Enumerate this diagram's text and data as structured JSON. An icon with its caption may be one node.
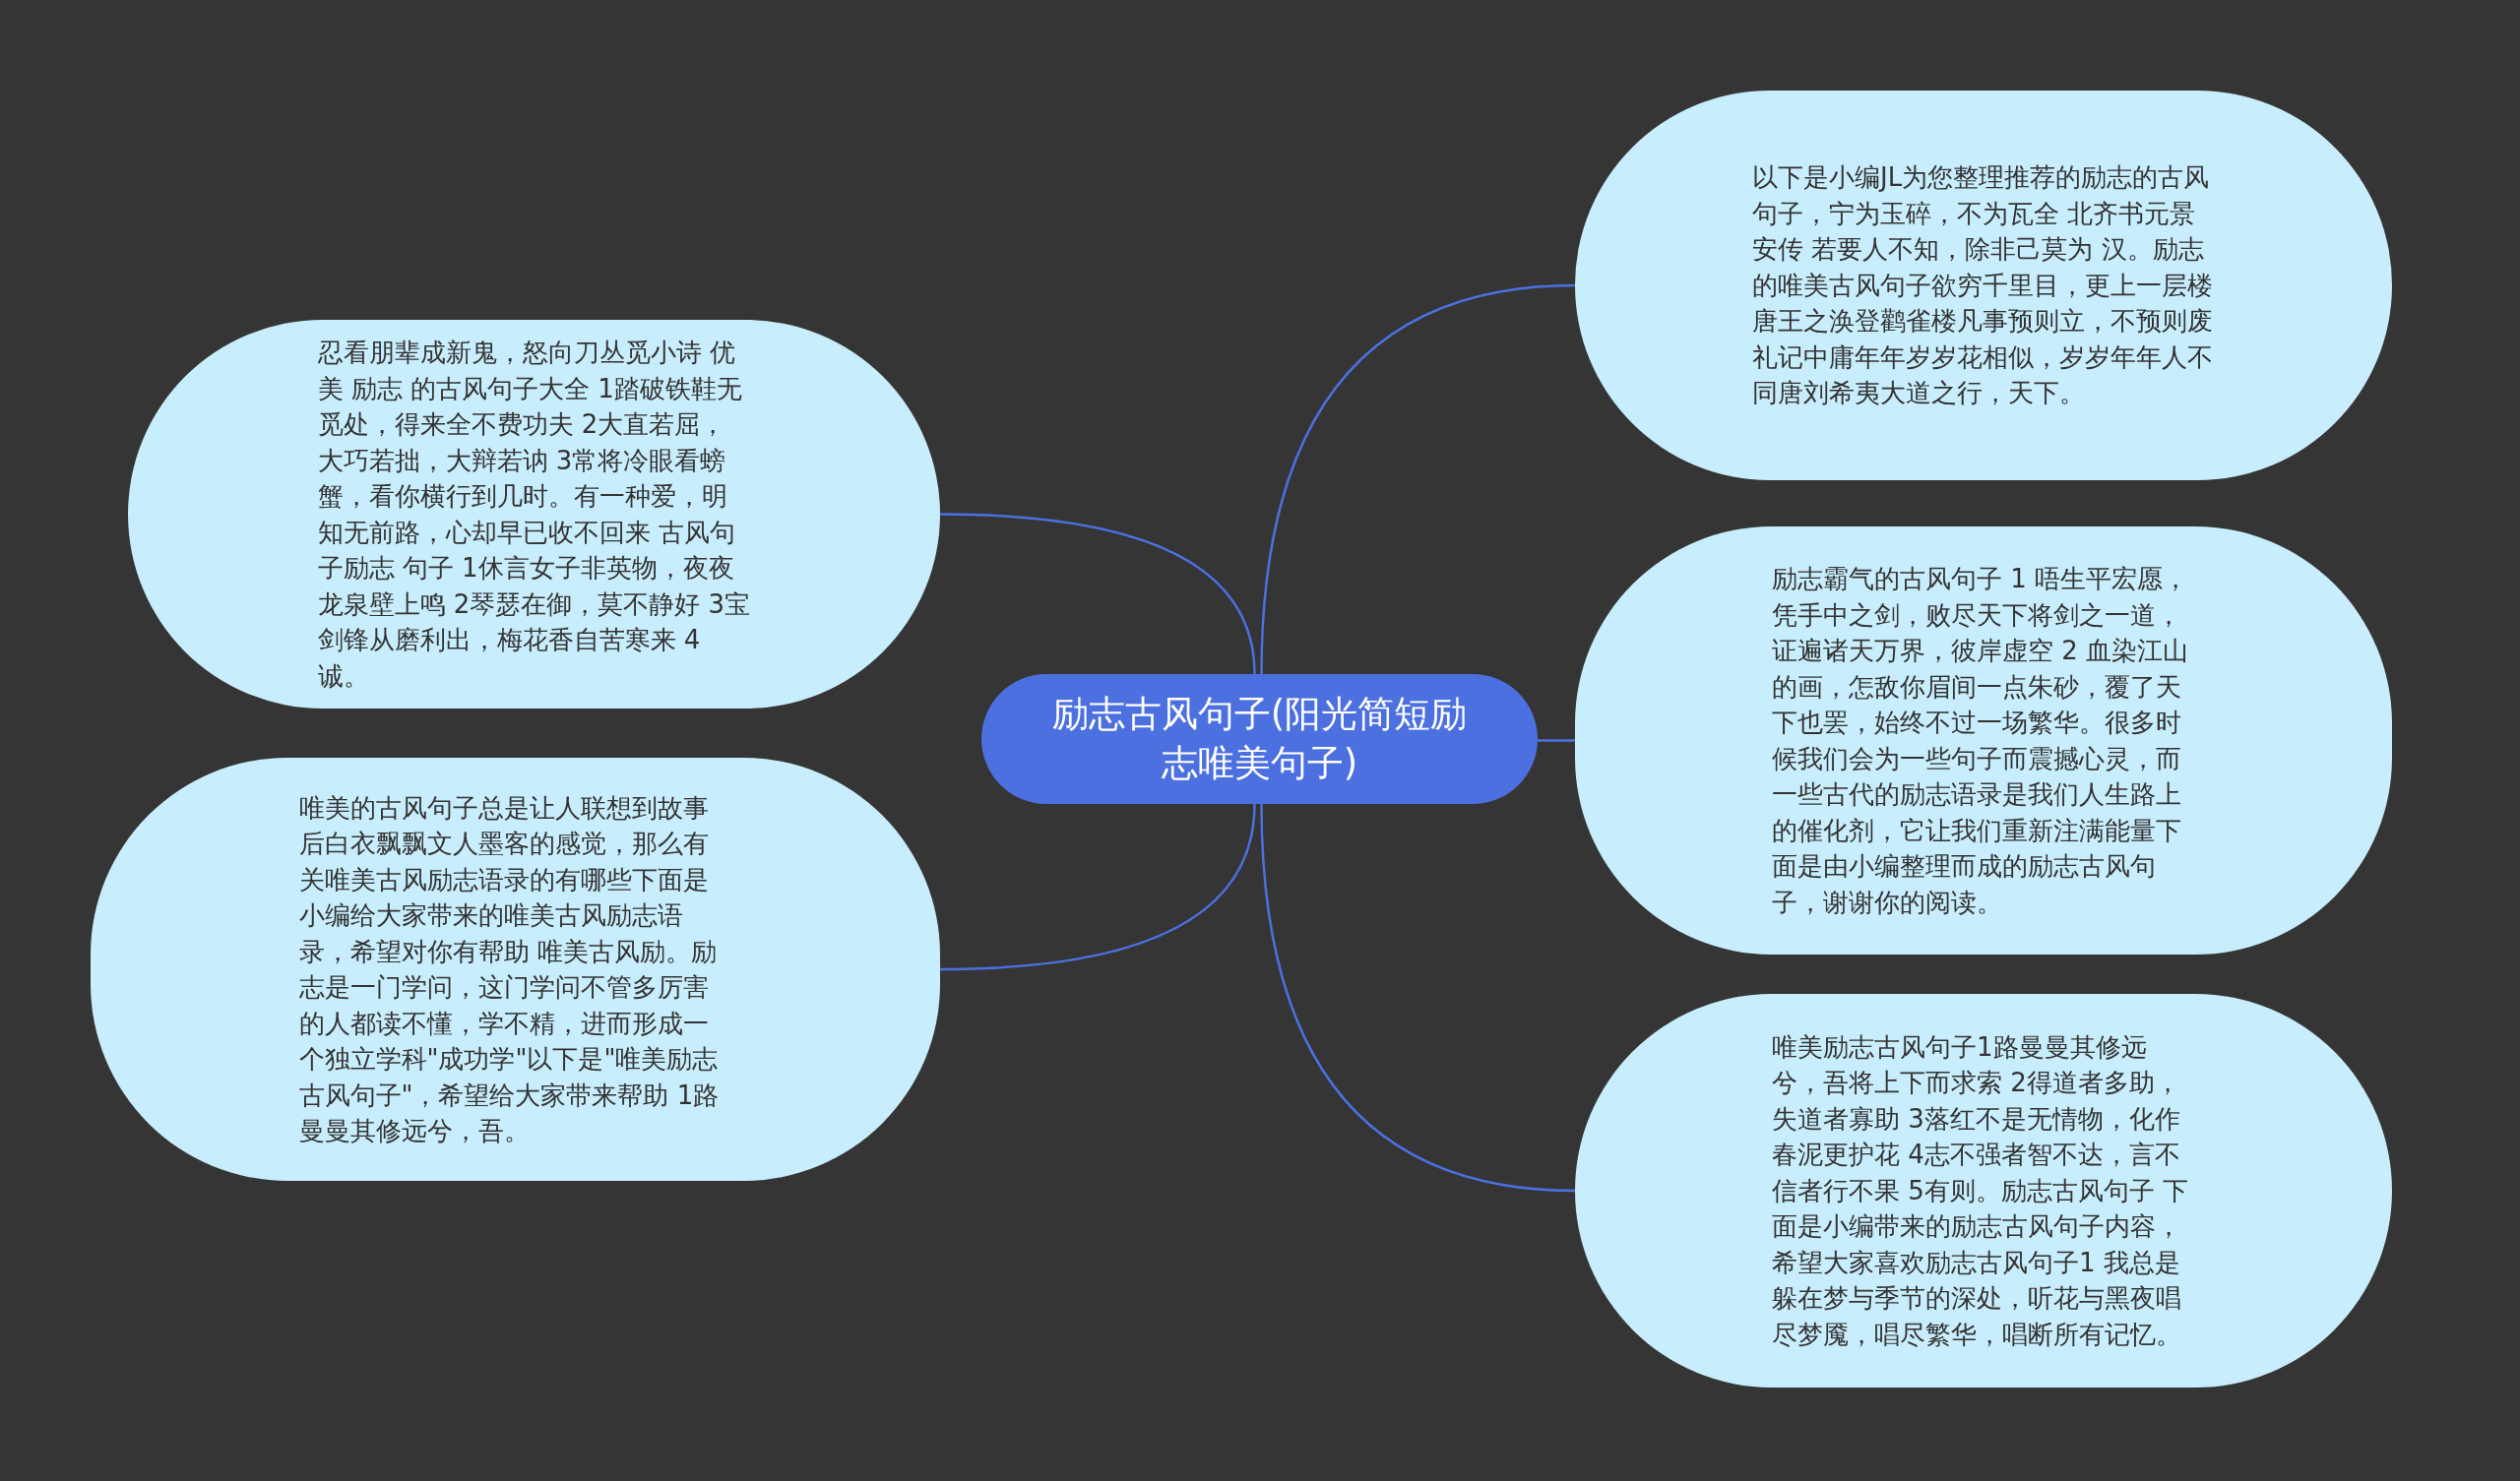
{
  "diagram": {
    "nodes": [
      {
        "text": [
          "励志古风句子(阳光简短励志唯美句子)"
        ]
      },
      {
        "text": [
          "以下是小编JL为您整理推荐的励志的古风句子，宁为玉碎，不为瓦全 北齐书元景安传 若要人不知，除非己莫为 汉。励志的唯美古风句子欲穷千里目，更上一层楼唐王之涣登鹳雀楼凡事预则立，不预则废礼记中庸年年岁岁花相似，岁岁年年人不同唐刘希夷大道之行，天下。"
        ]
      },
      {
        "text": [
          "励志霸气的古风句子 1 唔生平宏愿，凭手中之剑，败尽天下将剑之一道，证遍诸天万界，彼岸虚空 2 血染江山的画，怎敌你眉间一点朱砂，覆了天下也罢，始终不过一场繁华。很多时候我们会为一些句子而震撼心灵，而一些古代的励志语录是我们人生路上的催化剂，它让我们重新注满能量下面是由小编整理而成的励志古风句子，谢谢你的阅读。"
        ]
      },
      {
        "text": [
          "唯美励志古风句子1路曼曼其修远兮，吾将上下而求索 2得道者多助，失道者寡助 3落红不是无情物，化作春泥更护花 4志不强者智不达，言不信者行不果 5有则。励志古风句子 下面是小编带来的励志古风句子内容，希望大家喜欢励志古风句子1 我总是躲在梦与季节的深处，听花与黑夜唱尽梦魇，唱尽繁华，唱断所有记忆。"
        ]
      },
      {
        "text": [
          "忍看朋辈成新鬼，怒向刀丛觅小诗 优美 励志 的古风句子大全 1踏破铁鞋无觅处，得来全不费功夫 2大直若屈，大巧若拙，大辩若讷 3常将冷眼看螃蟹，看你横行到几时。有一种爱，明知无前路，心却早已收不回来 古风句子励志 句子 1休言女子非英物，夜夜龙泉壁上鸣 2琴瑟在御，莫不静好 3宝剑锋从磨利出，梅花香自苦寒来 4诚。"
        ]
      },
      {
        "text": [
          "唯美的古风句子总是让人联想到故事后白衣飘飘文人墨客的感觉，那么有关唯美古风励志语录的有哪些下面是小编给大家带来的唯美古风励志语录，希望对你有帮助 唯美古风励。励志是一门学问，这门学问不管多厉害的人都读不懂，学不精，进而形成一个独立学科\"成功学\"以下是\"唯美励志古风句子\"，希望给大家带来帮助 1路曼曼其修远兮，吾。"
        ]
      }
    ],
    "edges": [
      {
        "from": 0,
        "to": 1,
        "arrow": "none"
      },
      {
        "from": 0,
        "to": 2,
        "arrow": "none"
      },
      {
        "from": 0,
        "to": 3,
        "arrow": "none"
      },
      {
        "from": 0,
        "to": 4,
        "arrow": "none"
      },
      {
        "from": 0,
        "to": 5,
        "arrow": "none"
      }
    ]
  }
}
